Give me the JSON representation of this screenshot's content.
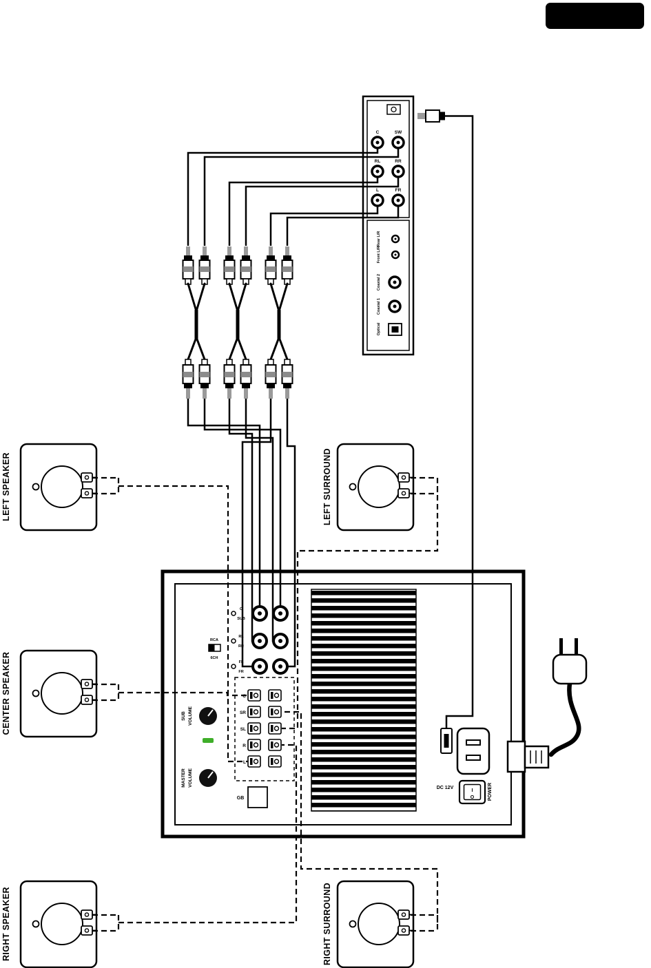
{
  "page": {
    "tab_label": ""
  },
  "decoder": {
    "output_labels": [
      "C",
      "SW",
      "RL",
      "RR",
      "L",
      "FR"
    ],
    "port_labels": [
      "Rear L/R",
      "Front L/R",
      "Coaxial 2",
      "Coaxial 1",
      "Optical"
    ]
  },
  "speakers": {
    "left": "LEFT SPEAKER",
    "left_surround": "LEFT SURROUND",
    "center": "CENTER SPEAKER",
    "right": "RIGHT SPEAKER",
    "right_surround": "RIGHT SURROUND"
  },
  "subwoofer": {
    "rca_labels": {
      "r1a": "C",
      "r1b": "SUB",
      "r2a": "RL",
      "r2b": "RR",
      "r3a": "FL",
      "r3b": "FR"
    },
    "input_switch": {
      "top": "RCA",
      "bottom": "6CH"
    },
    "terminals": [
      "C",
      "SR",
      "SL",
      "R",
      "L"
    ],
    "sub_volume": [
      "SUB",
      "VOLUME"
    ],
    "master_volume": [
      "MASTER",
      "VOLUME"
    ],
    "fuse": "GB",
    "dc": "DC 12V",
    "power": "POWER",
    "switch_on": "I",
    "switch_off": "O"
  },
  "colors": {
    "led": "#3fae29",
    "tab": "#000000"
  }
}
